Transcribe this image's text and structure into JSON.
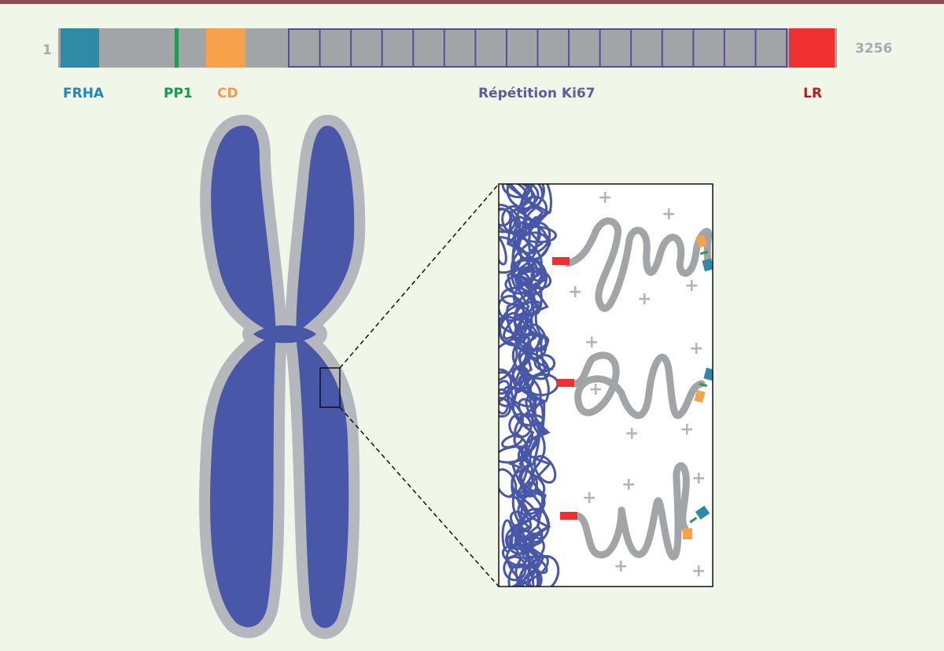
{
  "protein": {
    "start_label": "1",
    "end_label": "3256",
    "domains": [
      {
        "id": "frha",
        "label": "FRHA",
        "color": "#2f8aa5",
        "label_color": "#1f86bf"
      },
      {
        "id": "pp1",
        "label": "PP1",
        "color": "#1f9b52",
        "label_color": "#149a4e"
      },
      {
        "id": "cd",
        "label": "CD",
        "color": "#f7a24a",
        "label_color": "#f39a52"
      },
      {
        "id": "repeat",
        "label": "Répétition Ki67",
        "color": "#5b4a9c",
        "label_color": "#5b5d9c"
      },
      {
        "id": "lr",
        "label": "LR",
        "color": "#ee3130",
        "label_color": "#c2151d"
      }
    ],
    "repeat_count": 16,
    "backbone_color": "#a2a5a8"
  },
  "chromosome": {
    "chromatin_color": "#4857a8",
    "envelope_color": "#b4b7bc"
  },
  "inset": {
    "plus_symbol": "+"
  }
}
